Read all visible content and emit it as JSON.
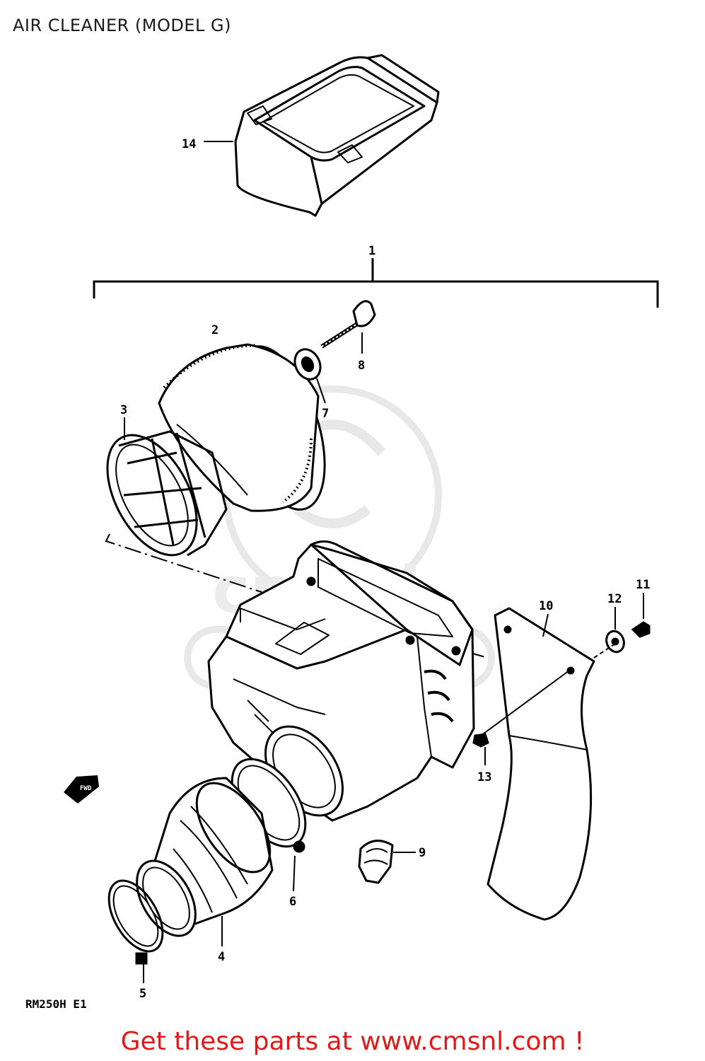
{
  "diagram": {
    "title": "AIR CLEANER (MODEL G)",
    "code": "RM250H E1",
    "callouts": [
      "1",
      "2",
      "3",
      "4",
      "5",
      "6",
      "7",
      "8",
      "9",
      "10",
      "11",
      "12",
      "13",
      "14"
    ]
  },
  "watermark": {
    "text": "cmsnl"
  },
  "footer": {
    "cta": "Get these parts at www.cmsnl.com !"
  },
  "colors": {
    "line": "#000000",
    "cta": "#e01a1a",
    "watermark": "#e6e6e6"
  }
}
